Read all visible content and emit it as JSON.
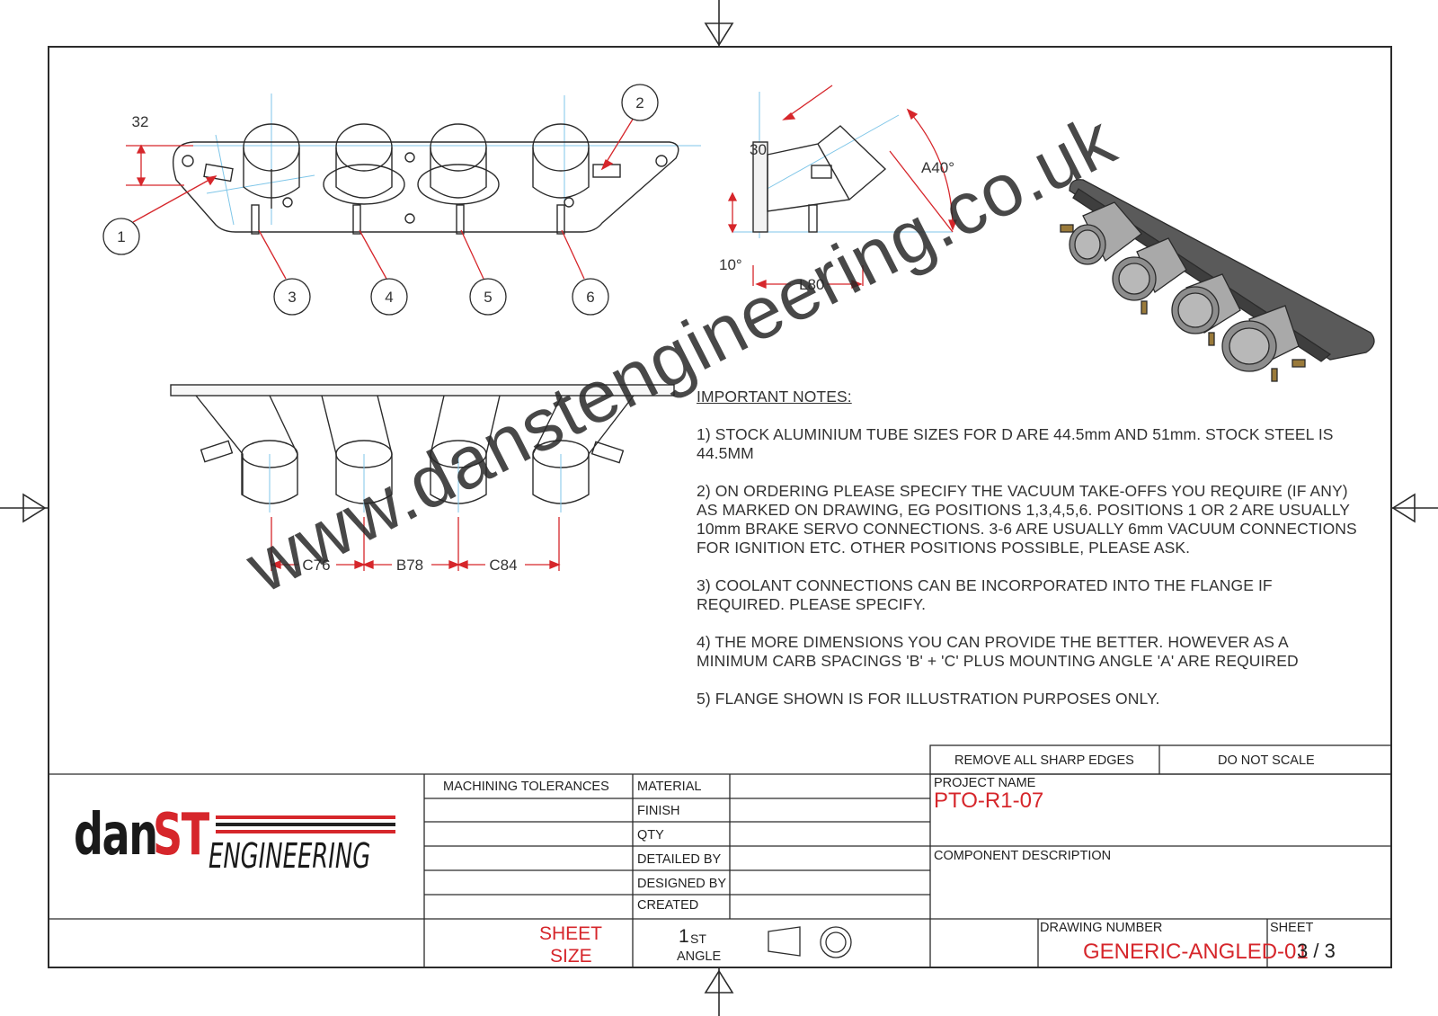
{
  "views": {
    "front": {
      "dim_32": "32",
      "callouts": [
        "1",
        "2",
        "3",
        "4",
        "5",
        "6"
      ]
    },
    "side": {
      "dim_30": "30",
      "dim_10deg": "10°",
      "dim_l80": "L80",
      "dim_a40": "A40°"
    },
    "top": {
      "dims": [
        "C76",
        "B78",
        "C84"
      ]
    }
  },
  "notes": {
    "heading": "IMPORTANT NOTES:",
    "items": [
      "1) STOCK ALUMINIUM TUBE SIZES FOR D ARE 44.5mm AND 51mm. STOCK STEEL IS 44.5MM",
      "2) ON ORDERING PLEASE SPECIFY THE VACUUM TAKE-OFFS YOU REQUIRE (IF ANY) AS MARKED ON DRAWING, EG POSITIONS 1,3,4,5,6. POSITIONS 1 OR 2 ARE USUALLY 10mm BRAKE SERVO CONNECTIONS. 3-6 ARE USUALLY 6mm VACUUM CONNECTIONS FOR IGNITION ETC. OTHER POSITIONS POSSIBLE, PLEASE ASK.",
      "3) COOLANT CONNECTIONS CAN BE INCORPORATED INTO THE FLANGE IF REQUIRED. PLEASE SPECIFY.",
      "4) THE MORE DIMENSIONS YOU CAN PROVIDE THE BETTER. HOWEVER AS A MINIMUM CARB SPACINGS 'B' + 'C' PLUS MOUNTING ANGLE 'A' ARE REQUIRED",
      "5) FLANGE SHOWN IS FOR ILLUSTRATION PURPOSES ONLY."
    ]
  },
  "watermark": "www.danstengineering.co.uk",
  "title_block": {
    "logo_dan": "dan",
    "logo_st": "ST",
    "logo_engineering": "ENGINEERING",
    "remove_edges": "REMOVE ALL SHARP EDGES",
    "do_not_scale": "DO NOT SCALE",
    "machining_tolerances": "MACHINING TOLERANCES",
    "fields": [
      "MATERIAL",
      "FINISH",
      "QTY",
      "DETAILED BY",
      "DESIGNED BY",
      "CREATED"
    ],
    "project_name_label": "PROJECT NAME",
    "project_name_value": "PTO-R1-07",
    "component_description_label": "COMPONENT DESCRIPTION",
    "sheet_size_line1": "SHEET",
    "sheet_size_line2": "SIZE",
    "angle_num": "1",
    "angle_sup": "ST",
    "angle_word": "ANGLE",
    "drawing_number_label": "DRAWING NUMBER",
    "drawing_number_value": "GENERIC-ANGLED-01",
    "sheet_label": "SHEET",
    "sheet_value": "3 / 3"
  },
  "colors": {
    "line": "#2b2b2b",
    "dimension": "#d6262b",
    "construction": "#7fc6e8",
    "brand_red": "#d6262b"
  }
}
